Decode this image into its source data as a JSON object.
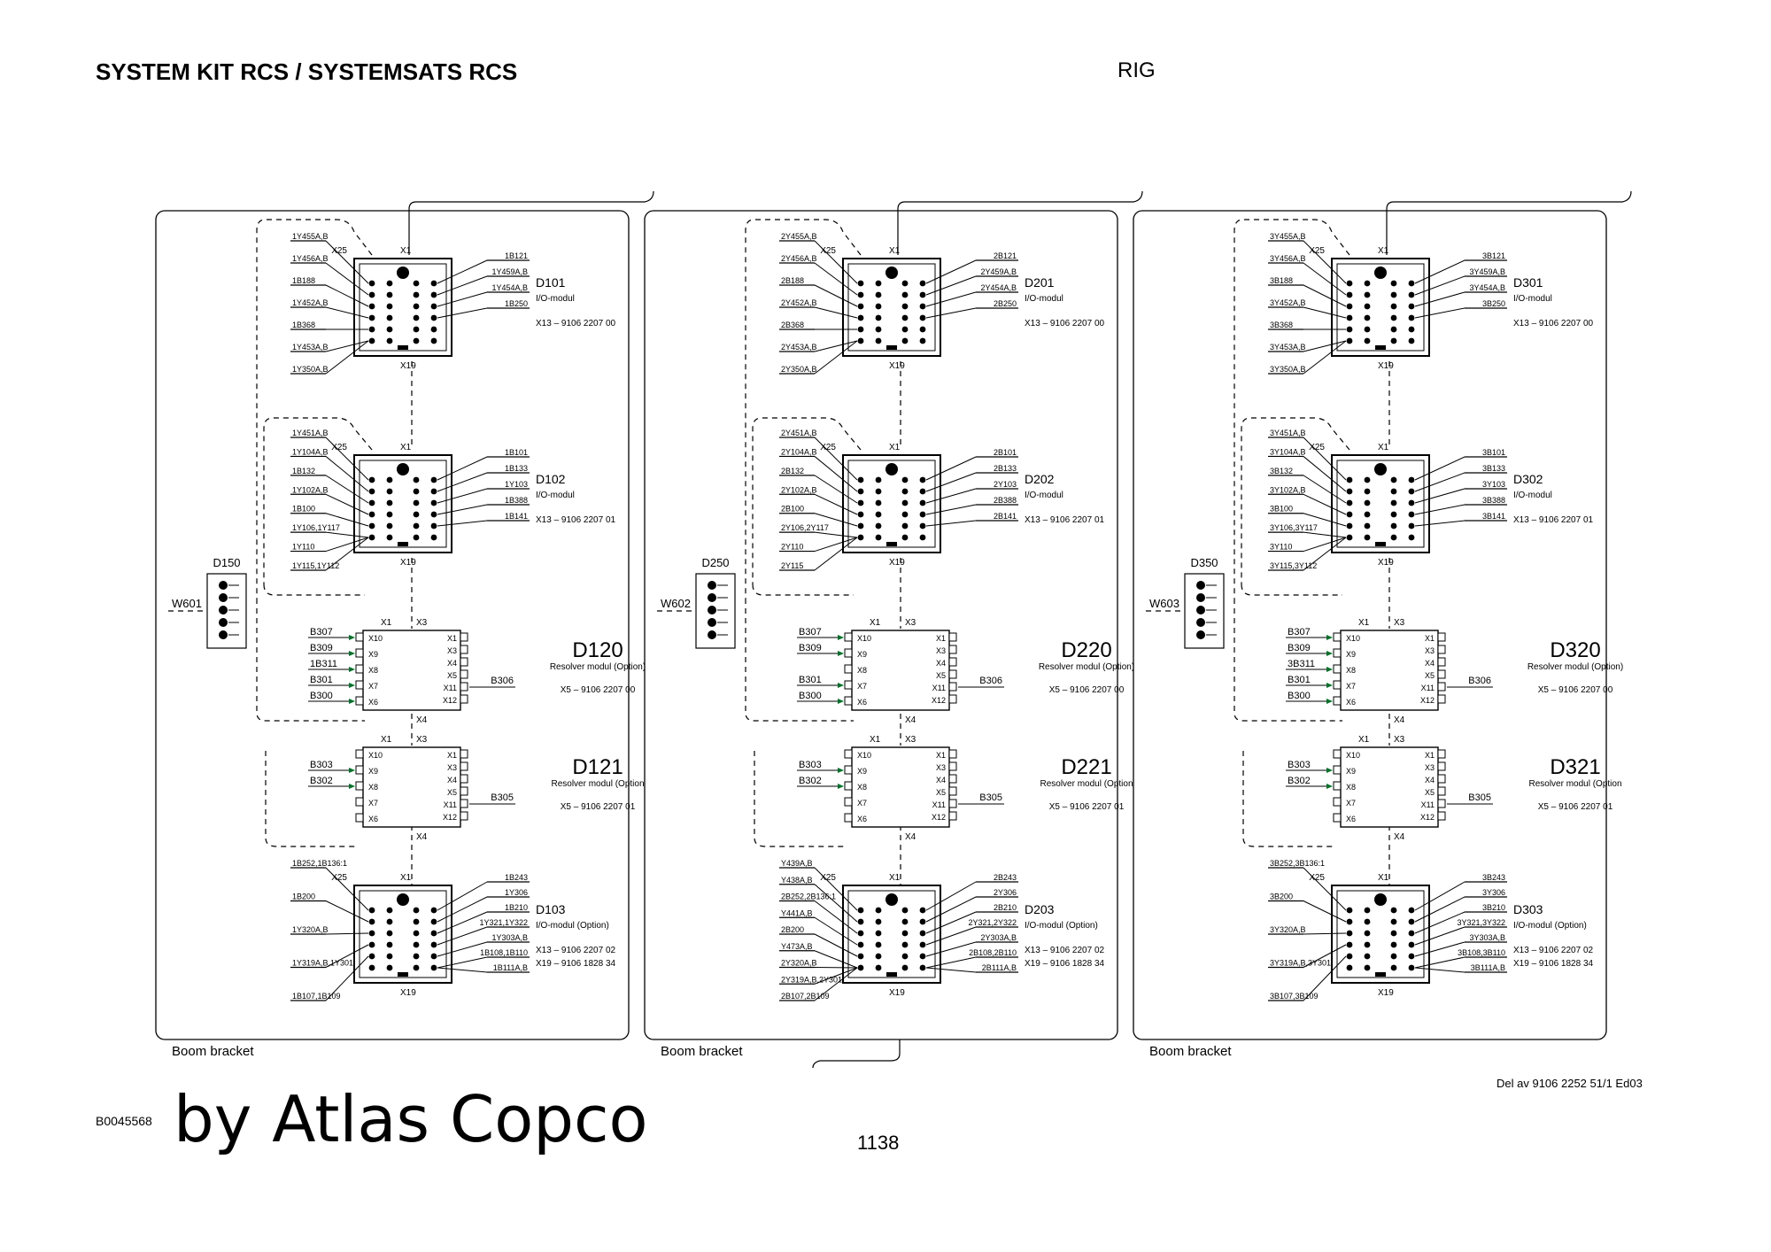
{
  "header": {
    "title": "SYSTEM KIT RCS / SYSTEMSATS RCS",
    "rig": "RIG"
  },
  "footer": {
    "doc_ref": "Del av 9106 2252 51/1 Ed03",
    "image_code": "B0045568",
    "brand": "by Atlas Copco",
    "page_number": "1138"
  },
  "panels": [
    {
      "boom_bracket": "Boom bracket",
      "junction": "D150",
      "cable": "W601",
      "io1": {
        "name": "D101",
        "type": "I/O-modul",
        "parts": [
          "X13 – 9106 2207 00"
        ],
        "left": [
          "1Y455A,B",
          "1Y456A,B",
          "1B188",
          "1Y452A,B",
          "1B368",
          "1Y453A,B",
          "1Y350A,B"
        ],
        "right": [
          "1B121",
          "1Y459A,B",
          "1Y454A,B",
          "1B250"
        ]
      },
      "io2": {
        "name": "D102",
        "type": "I/O-modul",
        "parts": [
          "X13 – 9106 2207 01"
        ],
        "left": [
          "1Y451A,B",
          "1Y104A,B",
          "1B132",
          "1Y102A,B",
          "1B100",
          "1Y106,1Y117",
          "1Y110",
          "1Y115,1Y112"
        ],
        "right": [
          "1B101",
          "1B133",
          "1Y103",
          "1B388",
          "1B141"
        ]
      },
      "res1": {
        "name": "D120",
        "type": "Resolver modul (Option)",
        "part": "X5 – 9106 2207 00",
        "left": [
          "B307",
          "B309",
          "1B311",
          "B301",
          "B300"
        ],
        "right": "B306"
      },
      "res2": {
        "name": "D121",
        "type": "Resolver modul (Option",
        "part": "X5 – 9106 2207 01",
        "left": [
          "B303",
          "B302"
        ],
        "right": "B305"
      },
      "io3": {
        "name": "D103",
        "type": "I/O-modul (Option)",
        "parts": [
          "X13 – 9106 2207 02",
          "X19 – 9106 1828 34"
        ],
        "left": [
          "1B252,1B136:1",
          "1B200",
          "1Y320A,B",
          "1Y319A,B,1Y301",
          "1B107,1B109"
        ],
        "right": [
          "1B243",
          "1Y306",
          "1B210",
          "1Y321,1Y322",
          "1Y303A,B",
          "1B108,1B110",
          "1B111A,B"
        ]
      }
    },
    {
      "boom_bracket": "Boom bracket",
      "junction": "D250",
      "cable": "W602",
      "io1": {
        "name": "D201",
        "type": "I/O-modul",
        "parts": [
          "X13 – 9106 2207 00"
        ],
        "left": [
          "2Y455A,B",
          "2Y456A,B",
          "2B188",
          "2Y452A,B",
          "2B368",
          "2Y453A,B",
          "2Y350A,B"
        ],
        "right": [
          "2B121",
          "2Y459A,B",
          "2Y454A,B",
          "2B250"
        ]
      },
      "io2": {
        "name": "D202",
        "type": "I/O-modul",
        "parts": [
          "X13 – 9106 2207 01"
        ],
        "left": [
          "2Y451A,B",
          "2Y104A,B",
          "2B132",
          "2Y102A,B",
          "2B100",
          "2Y106,2Y117",
          "2Y110",
          "2Y115"
        ],
        "right": [
          "2B101",
          "2B133",
          "2Y103",
          "2B388",
          "2B141"
        ]
      },
      "res1": {
        "name": "D220",
        "type": "Resolver modul (Option)",
        "part": "X5 – 9106 2207 00",
        "left": [
          "B307",
          "B309",
          "",
          "B301",
          "B300"
        ],
        "right": "B306"
      },
      "res2": {
        "name": "D221",
        "type": "Resolver modul (Option",
        "part": "X5 – 9106 2207 01",
        "left": [
          "B303",
          "B302"
        ],
        "right": "B305"
      },
      "io3": {
        "name": "D203",
        "type": "I/O-modul (Option)",
        "parts": [
          "X13 – 9106 2207 02",
          "X19 – 9106 1828 34"
        ],
        "left": [
          "Y439A,B",
          "Y438A,B",
          "2B252,2B136:1",
          "Y441A,B",
          "2B200",
          "Y473A,B",
          "2Y320A,B",
          "2Y319A,B,2Y301",
          "2B107,2B109"
        ],
        "right": [
          "2B243",
          "2Y306",
          "2B210",
          "2Y321,2Y322",
          "2Y303A,B",
          "2B108,2B110",
          "2B111A,B"
        ]
      }
    },
    {
      "boom_bracket": "Boom bracket",
      "junction": "D350",
      "cable": "W603",
      "io1": {
        "name": "D301",
        "type": "I/O-modul",
        "parts": [
          "X13 – 9106 2207 00"
        ],
        "left": [
          "3Y455A,B",
          "3Y456A,B",
          "3B188",
          "3Y452A,B",
          "3B368",
          "3Y453A,B",
          "3Y350A,B"
        ],
        "right": [
          "3B121",
          "3Y459A,B",
          "3Y454A,B",
          "3B250"
        ]
      },
      "io2": {
        "name": "D302",
        "type": "I/O-modul",
        "parts": [
          "X13 – 9106 2207 01"
        ],
        "left": [
          "3Y451A,B",
          "3Y104A,B",
          "3B132",
          "3Y102A,B",
          "3B100",
          "3Y106,3Y117",
          "3Y110",
          "3Y115,3Y112"
        ],
        "right": [
          "3B101",
          "3B133",
          "3Y103",
          "3B388",
          "3B141"
        ]
      },
      "res1": {
        "name": "D320",
        "type": "Resolver modul (Option)",
        "part": "X5 – 9106 2207 00",
        "left": [
          "B307",
          "B309",
          "3B311",
          "B301",
          "B300"
        ],
        "right": "B306"
      },
      "res2": {
        "name": "D321",
        "type": "Resolver modul (Option",
        "part": "X5 – 9106 2207 01",
        "left": [
          "B303",
          "B302"
        ],
        "right": "B305"
      },
      "io3": {
        "name": "D303",
        "type": "I/O-modul (Option)",
        "parts": [
          "X13 – 9106 2207 02",
          "X19 – 9106 1828 34"
        ],
        "left": [
          "3B252,3B136:1",
          "3B200",
          "3Y320A,B",
          "3Y319A,B,3Y301",
          "3B107,3B109"
        ],
        "right": [
          "3B243",
          "3Y306",
          "3B210",
          "3Y321,3Y322",
          "3Y303A,B",
          "3B108,3B110",
          "3B111A,B"
        ]
      }
    }
  ],
  "connectors": {
    "io_top_left": "X25",
    "io_top_center": "X1",
    "io_bottom": "X19",
    "res_top_left": "X1",
    "res_top_center": "X3",
    "res_bottom": "X4",
    "res_left": [
      "X10",
      "X9",
      "X8",
      "X7",
      "X6"
    ],
    "res_right": [
      "X1",
      "X3",
      "X4",
      "X5",
      "X11",
      "X12"
    ]
  }
}
